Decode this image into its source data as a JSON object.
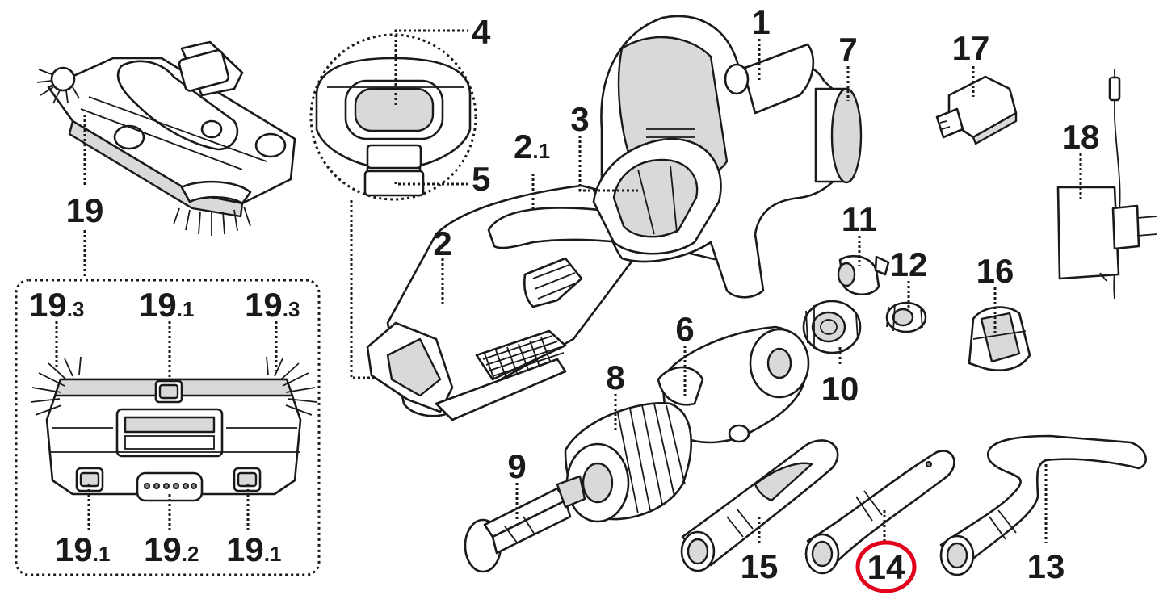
{
  "labels": {
    "p1": "1",
    "p2": "2",
    "p2_1": {
      "main": "2",
      "sub": ".1"
    },
    "p3": "3",
    "p4": "4",
    "p5": "5",
    "p6": "6",
    "p7": "7",
    "p8": "8",
    "p9": "9",
    "p10": "10",
    "p11": "11",
    "p12": "12",
    "p13": "13",
    "p14": "14",
    "p15": "15",
    "p16": "16",
    "p17": "17",
    "p18": "18",
    "p19": "19",
    "p19_3_left": {
      "main": "19",
      "sub": ".3"
    },
    "p19_1_top": {
      "main": "19",
      "sub": ".1"
    },
    "p19_3_right": {
      "main": "19",
      "sub": ".3"
    },
    "p19_1_left": {
      "main": "19",
      "sub": ".1"
    },
    "p19_2": {
      "main": "19",
      "sub": ".2"
    },
    "p19_1_right": {
      "main": "19",
      "sub": ".1"
    }
  },
  "highlight": {
    "part": "14",
    "color": "#e3001b"
  },
  "colors": {
    "ink": "#1a1a1a",
    "shade": "#d9d9d9",
    "dark": "#8c8c8c"
  }
}
